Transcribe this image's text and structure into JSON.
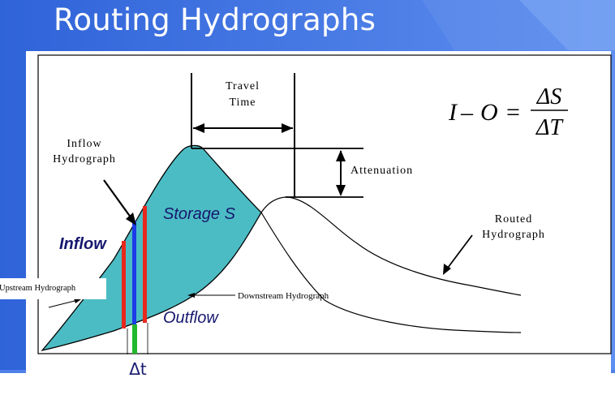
{
  "slide": {
    "title": "Routing Hydrographs",
    "colors": {
      "banner": "#3a70e0",
      "banner_light": "#7fa8f2",
      "fill": "#4cbcc4",
      "inflow_bar": "#e8281c",
      "blue_bar": "#1c3ce8",
      "green_bar": "#22b82c"
    }
  },
  "diagram": {
    "travel_time": [
      "Travel",
      "Time"
    ],
    "inflow_hydrograph": [
      "Inflow",
      "Hydrograph"
    ],
    "attenuation": "Attenuation",
    "storage": "Storage S",
    "routed_hydrograph": [
      "Routed",
      "Hydrograph"
    ],
    "inflow": "Inflow",
    "outflow": "Outflow",
    "upstream_hydrograph": "Upstream Hydrograph",
    "downstream_hydrograph": "Downstream Hydrograph",
    "delta_t": "Δt",
    "equation": {
      "lhs_i": "I",
      "lhs_minus": "–",
      "lhs_o": "O",
      "equals": "=",
      "numerator": "ΔS",
      "denominator": "ΔT"
    }
  }
}
